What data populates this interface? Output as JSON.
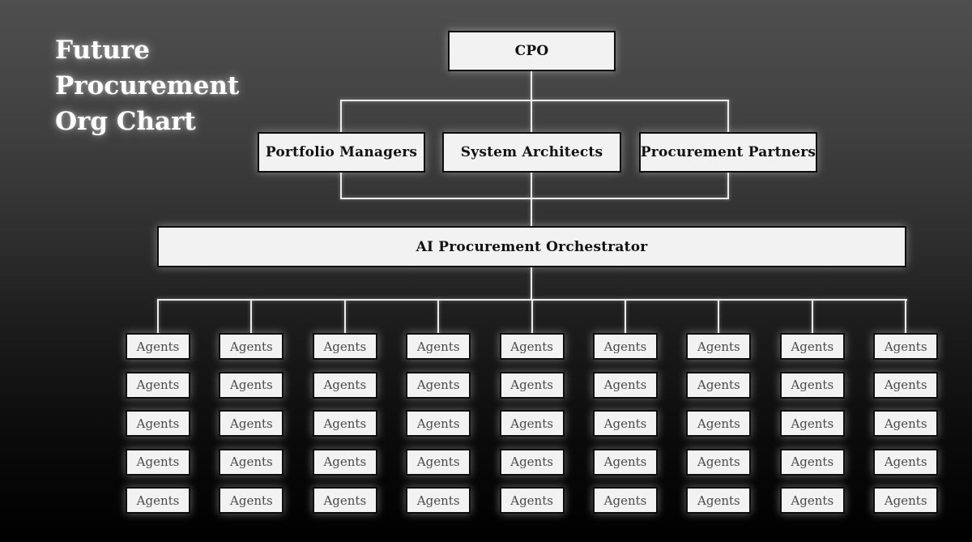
{
  "title": {
    "lines": [
      "Future",
      "Procurement",
      "Org Chart"
    ]
  },
  "org": {
    "root": {
      "label": "CPO"
    },
    "managers": [
      {
        "label": "Portfolio Managers"
      },
      {
        "label": "System Architects"
      },
      {
        "label": "Procurement Partners"
      }
    ],
    "orchestrator": {
      "label": "AI Procurement Orchestrator"
    },
    "agents": {
      "label": "Agents",
      "columns": 9,
      "rows": 5
    }
  },
  "colors": {
    "background_top": "#4f4f4f",
    "background_bottom": "#000000",
    "node_fill": "#f2f2f2",
    "node_border": "#0d0d0d",
    "connector": "#ececec",
    "title_text": "#ffffff",
    "header_text": "#111111",
    "agent_text": "#4a4a4a"
  }
}
